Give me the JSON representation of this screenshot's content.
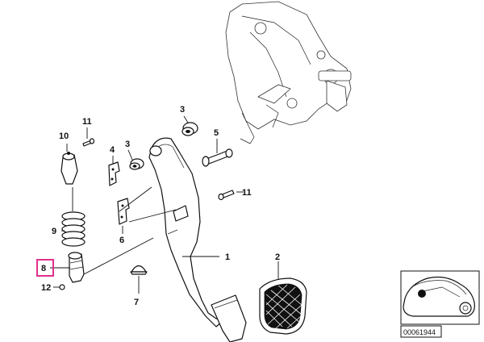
{
  "callouts": [
    {
      "id": "c1",
      "text": "1"
    },
    {
      "id": "c2",
      "text": "2"
    },
    {
      "id": "c3a",
      "text": "3"
    },
    {
      "id": "c3b",
      "text": "3"
    },
    {
      "id": "c4",
      "text": "4"
    },
    {
      "id": "c5",
      "text": "5"
    },
    {
      "id": "c6",
      "text": "6"
    },
    {
      "id": "c7",
      "text": "7"
    },
    {
      "id": "c8",
      "text": "8"
    },
    {
      "id": "c9",
      "text": "9"
    },
    {
      "id": "c10",
      "text": "10"
    },
    {
      "id": "c11a",
      "text": "11"
    },
    {
      "id": "c11b",
      "text": "11"
    },
    {
      "id": "c12",
      "text": "12"
    }
  ],
  "highlight": {
    "callout": "8",
    "color": "#e0308a"
  },
  "inset": {
    "code": "00061944"
  },
  "colors": {
    "line": "#111111",
    "background": "#ffffff",
    "accent": "#e0308a"
  }
}
